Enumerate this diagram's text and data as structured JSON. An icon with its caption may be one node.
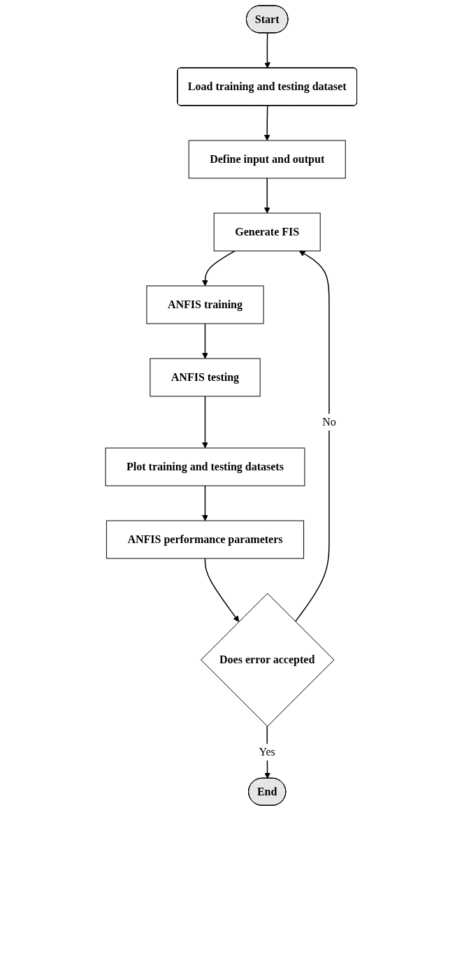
{
  "diagram": {
    "nodes": [
      {
        "text": [
          "Start"
        ]
      },
      {
        "text": [
          "Load training and testing dataset"
        ]
      },
      {
        "text": [
          "Define input and output"
        ]
      },
      {
        "text": [
          "Generate FIS"
        ]
      },
      {
        "text": [
          "ANFIS training"
        ]
      },
      {
        "text": [
          "ANFIS testing"
        ]
      },
      {
        "text": [
          "Plot training and testing datasets"
        ]
      },
      {
        "text": [
          "ANFIS performance parameters"
        ]
      },
      {
        "text": [
          "Does error accepted"
        ]
      },
      {
        "text": [
          "End"
        ]
      }
    ],
    "edges": [
      {
        "from": 0,
        "to": 1,
        "arrow": "to"
      },
      {
        "from": 1,
        "to": 2,
        "arrow": "to"
      },
      {
        "from": 2,
        "to": 3,
        "arrow": "to"
      },
      {
        "from": 3,
        "to": 4,
        "arrow": "to"
      },
      {
        "from": 4,
        "to": 5,
        "arrow": "to"
      },
      {
        "from": 5,
        "to": 6,
        "arrow": "to"
      },
      {
        "from": 6,
        "to": 7,
        "arrow": "to"
      },
      {
        "from": 7,
        "to": 8,
        "arrow": "to"
      },
      {
        "from": 8,
        "to": 9,
        "label": "Yes",
        "arrow": "to"
      },
      {
        "from": 8,
        "to": 3,
        "label": "No",
        "arrow": "to"
      }
    ]
  }
}
